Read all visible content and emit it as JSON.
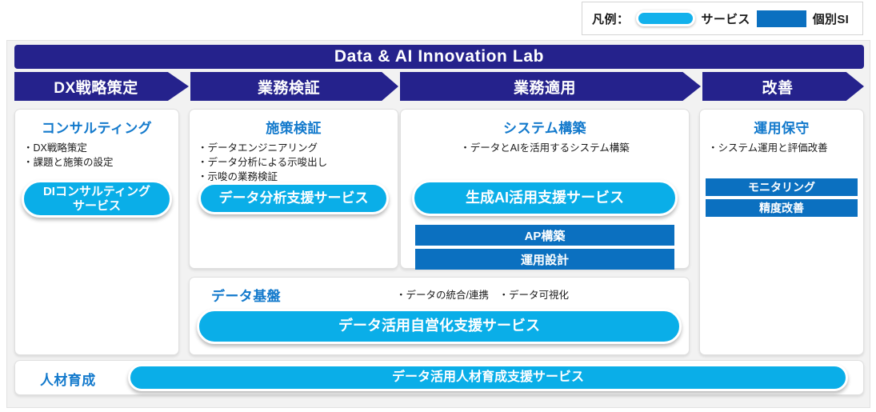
{
  "legend": {
    "label": "凡例：",
    "service_label": "サービス",
    "si_label": "個別SI",
    "service_color": "#12b1ec",
    "si_color": "#0b70c0"
  },
  "header": {
    "title": "Data & AI Innovation Lab",
    "bg_color": "#25228c"
  },
  "phases": [
    {
      "label": "DX戦略策定"
    },
    {
      "label": "業務検証"
    },
    {
      "label": "業務適用"
    },
    {
      "label": "改善"
    }
  ],
  "columns": [
    {
      "title": "コンサルティング",
      "bullets": [
        "・DX戦略策定",
        "・課題と施策の設定"
      ],
      "service": "DIコンサルティング\nサービス"
    },
    {
      "title": "施策検証",
      "bullets": [
        "・データエンジニアリング",
        "・データ分析による示唆出し",
        "・示唆の業務検証"
      ],
      "service": "データ分析支援サービス"
    },
    {
      "title": "システム構築",
      "bullets": [
        "・データとAIを活用するシステム構築"
      ],
      "service": "生成AI活用支援サービス",
      "si_blocks": [
        "AP構築",
        "運用設計"
      ]
    },
    {
      "title": "運用保守",
      "bullets": [
        "・システム運用と評価改善"
      ],
      "si_blocks": [
        "モニタリング",
        "精度改善"
      ]
    }
  ],
  "data_platform": {
    "title": "データ基盤",
    "bullets": "・データの統合/連携　・データ可視化",
    "service": "データ活用自営化支援サービス"
  },
  "human_resources": {
    "title": "人材育成",
    "service": "データ活用人材育成支援サービス"
  }
}
